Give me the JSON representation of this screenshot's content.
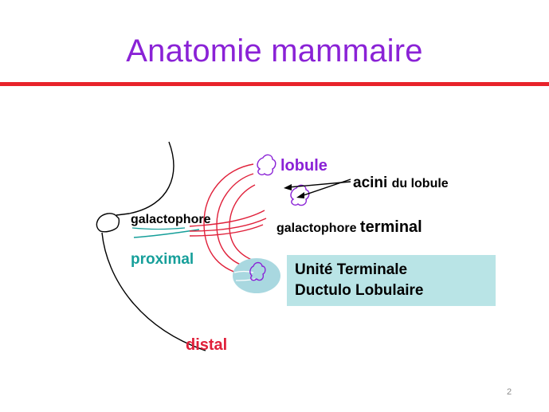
{
  "slide": {
    "title": "Anatomie mammaire",
    "page_number": "2"
  },
  "labels": {
    "lobule": "lobule",
    "acini": "acini",
    "acini_suffix": "du lobule",
    "galactophore": "galactophore",
    "galactophore_terminal_prefix": "galactophore",
    "galactophore_terminal_suffix": "terminal",
    "proximal": "proximal",
    "distal": "distal",
    "tdlu_line1": "Unité Terminale",
    "tdlu_line2": "Ductulo Lobulaire"
  },
  "colors": {
    "title": "#8a22d6",
    "rule": "#e8222a",
    "lobule": "#8a22d6",
    "proximal": "#169f9a",
    "distal": "#e0203a",
    "duct": "#e0203a",
    "tdlu_box": "#b9e4e6",
    "tdlu_ellipse": "#a9d8e0"
  }
}
